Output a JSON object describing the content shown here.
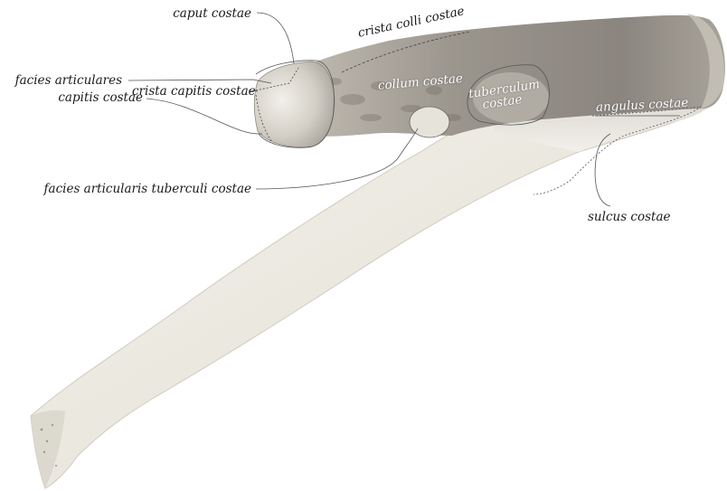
{
  "labels": {
    "caput_costae": "caput costae",
    "crista_colli_costae": "crista colli costae",
    "facies_articulares": "facies articulares",
    "capitis_costae": "capitis costae",
    "crista_capitis_costae": "crista capitis costae",
    "collum_costae": "collum costae",
    "tuberculum": "tuberculum",
    "costae": "costae",
    "angulus_costae": "angulus costae",
    "facies_articularis_tuberculi_costae": "facies articularis tuberculi costae",
    "sulcus_costae": "sulcus costae"
  },
  "colors": {
    "bone_light": "#ece9e1",
    "bone_mid": "#c7c2b8",
    "bone_dark": "#8f8a82",
    "leader": "#555555"
  }
}
